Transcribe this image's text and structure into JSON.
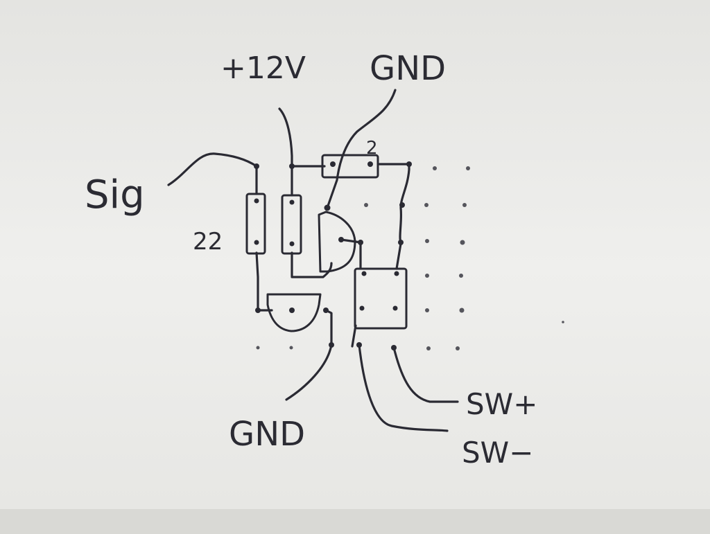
{
  "labels": {
    "supply": "+12V",
    "gnd_top": "GND",
    "signal": "Sig",
    "resistor_value": "22",
    "resistor_top_value": "2",
    "gnd_bottom": "GND",
    "switch_pos": "SW+",
    "switch_neg": "SW−"
  },
  "colors": {
    "paper": "#eeeeec",
    "ink": "#2a2a33"
  }
}
